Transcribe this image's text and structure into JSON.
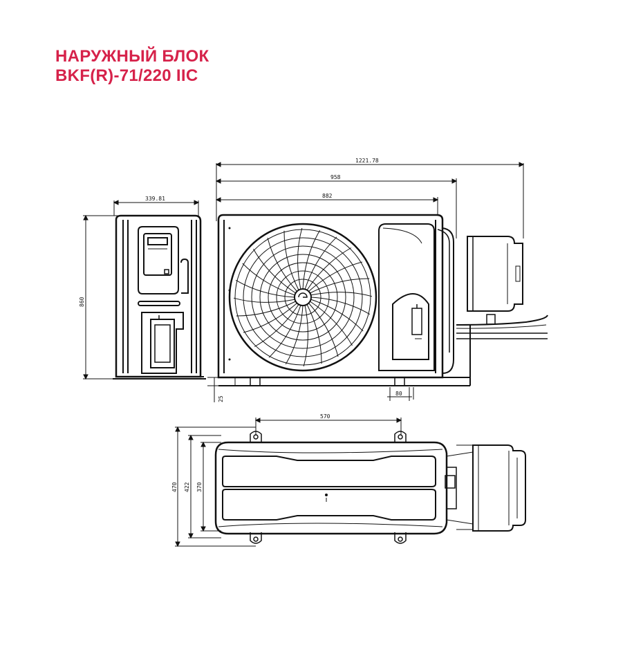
{
  "title": {
    "line1": "НАРУЖНЫЙ БЛОК",
    "line2": "BKF(R)-71/220 IIC"
  },
  "colors": {
    "title": "#d6224a",
    "line": "#111111"
  },
  "dimensions": {
    "overall_width": "1221.78",
    "body_width_with_cover": "958",
    "body_width": "882",
    "side_depth": "339.81",
    "height": "860",
    "foot_height": "25",
    "foot_offset": "80",
    "mount_span": "570",
    "depth_total": "470",
    "depth_mid": "422",
    "depth_inner": "370"
  }
}
